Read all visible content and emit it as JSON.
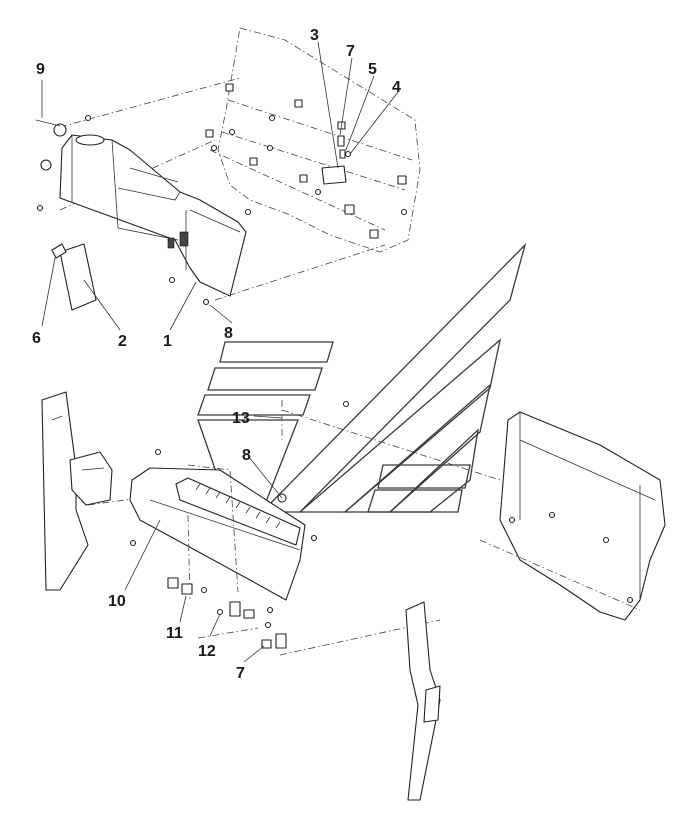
{
  "callouts": [
    {
      "id": "c9",
      "label": "9"
    },
    {
      "id": "c3",
      "label": "3"
    },
    {
      "id": "c7a",
      "label": "7"
    },
    {
      "id": "c5",
      "label": "5"
    },
    {
      "id": "c4",
      "label": "4"
    },
    {
      "id": "c6",
      "label": "6"
    },
    {
      "id": "c2",
      "label": "2"
    },
    {
      "id": "c1",
      "label": "1"
    },
    {
      "id": "c8a",
      "label": "8"
    },
    {
      "id": "c13",
      "label": "13"
    },
    {
      "id": "c8b",
      "label": "8"
    },
    {
      "id": "c10",
      "label": "10"
    },
    {
      "id": "c11",
      "label": "11"
    },
    {
      "id": "c12",
      "label": "12"
    },
    {
      "id": "c7b",
      "label": "7"
    }
  ]
}
